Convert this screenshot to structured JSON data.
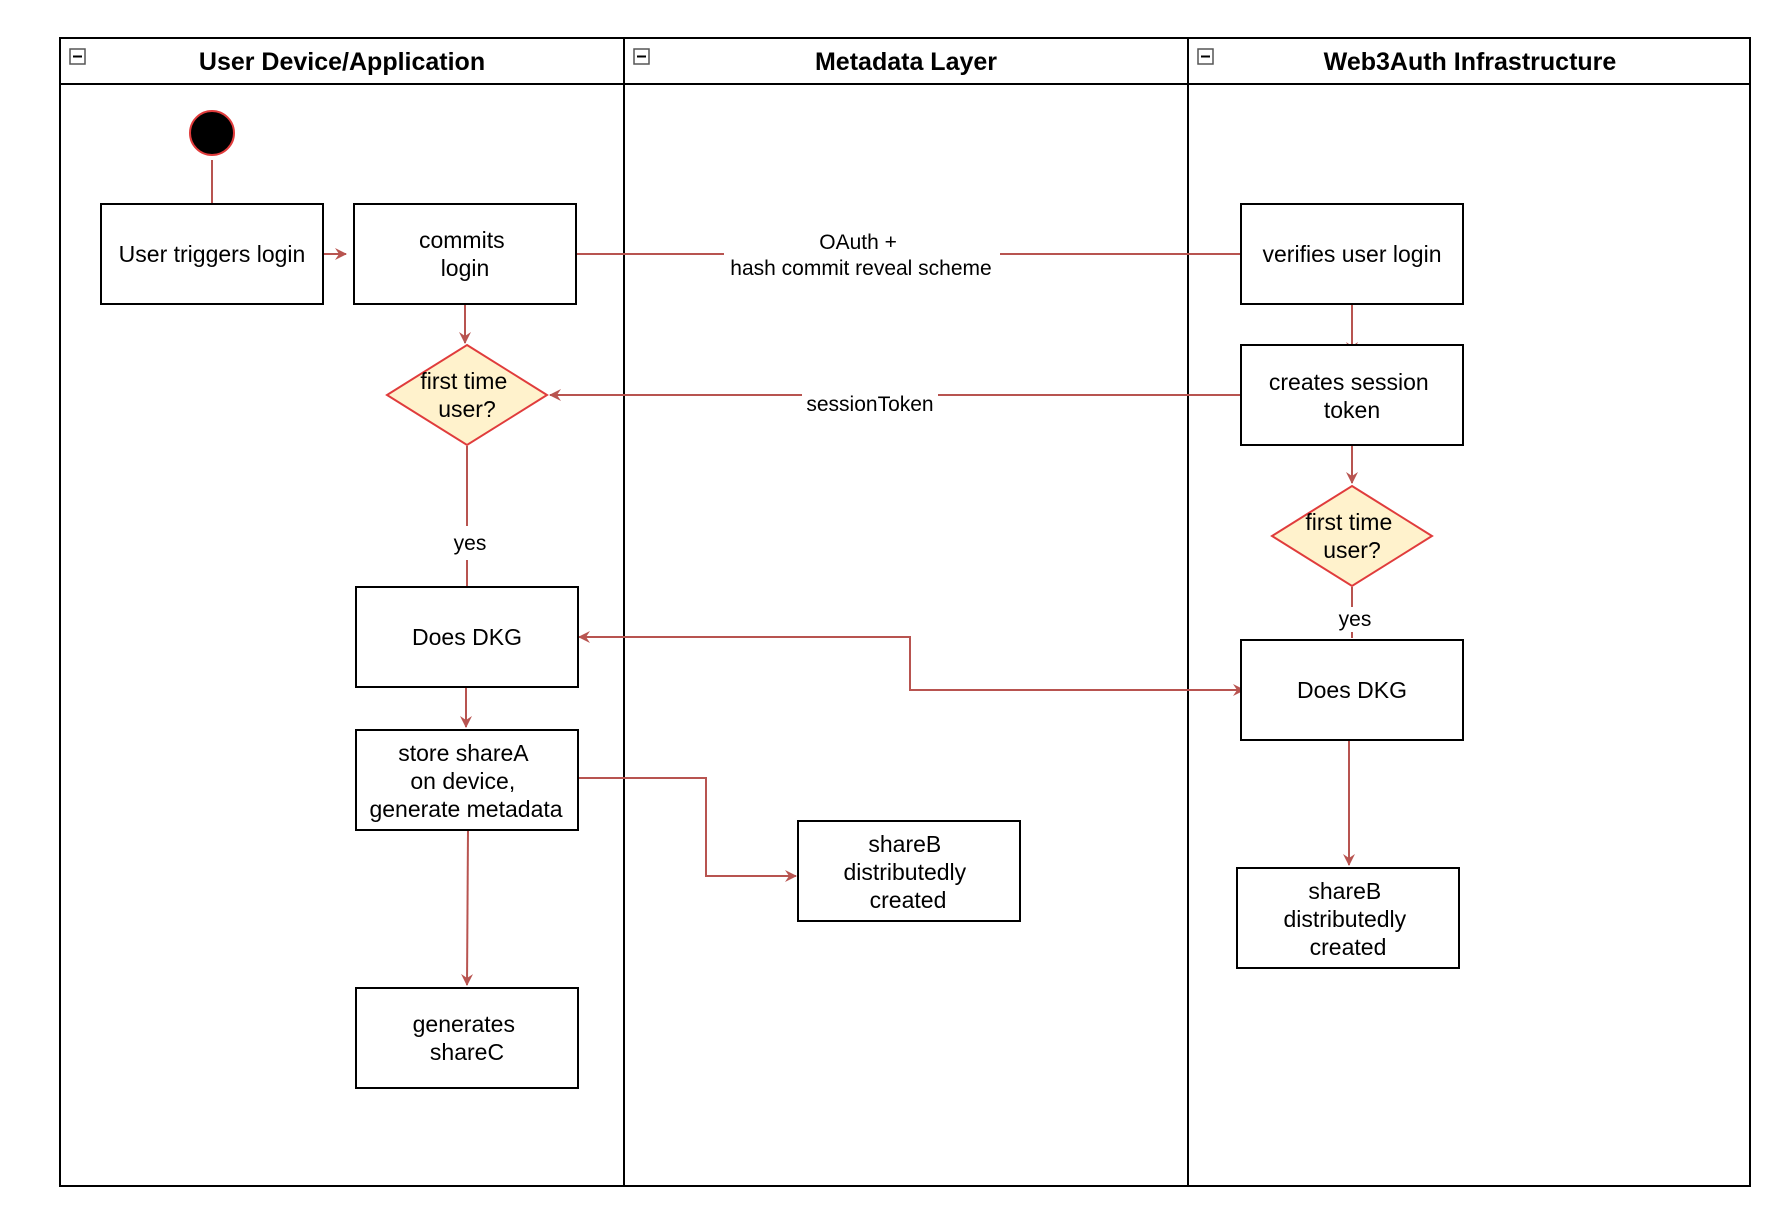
{
  "lanes": [
    {
      "title": "User Device/Application"
    },
    {
      "title": "Metadata Layer"
    },
    {
      "title": "Web3Auth Infrastructure"
    }
  ],
  "nodes": {
    "user_triggers_login": "User triggers login",
    "commits_login": [
      "commits",
      "login"
    ],
    "first_time_user_left": [
      "first time",
      "user?"
    ],
    "does_dkg_left": "Does DKG",
    "store_share_a": [
      "store shareA",
      "on device,",
      "generate metadata"
    ],
    "generates_share_c": [
      "generates",
      "shareC"
    ],
    "share_b_middle": [
      "shareB",
      "distributedly",
      "created"
    ],
    "verifies_user_login": "verifies user login",
    "creates_session_token": [
      "creates session",
      "token"
    ],
    "first_time_user_right": [
      "first time",
      "user?"
    ],
    "does_dkg_right": "Does DKG",
    "share_b_right": [
      "shareB",
      "distributedly",
      "created"
    ]
  },
  "edge_labels": {
    "oauth": [
      "OAuth +",
      "hash commit reveal scheme"
    ],
    "session_token": "sessionToken",
    "yes_left": "yes",
    "yes_right": "yes"
  },
  "colors": {
    "edge": "#b85450",
    "decision_fill": "#fff2cc",
    "decision_stroke": "#e03c3c",
    "start_fill": "#000000",
    "start_stroke": "#e03c3c"
  }
}
